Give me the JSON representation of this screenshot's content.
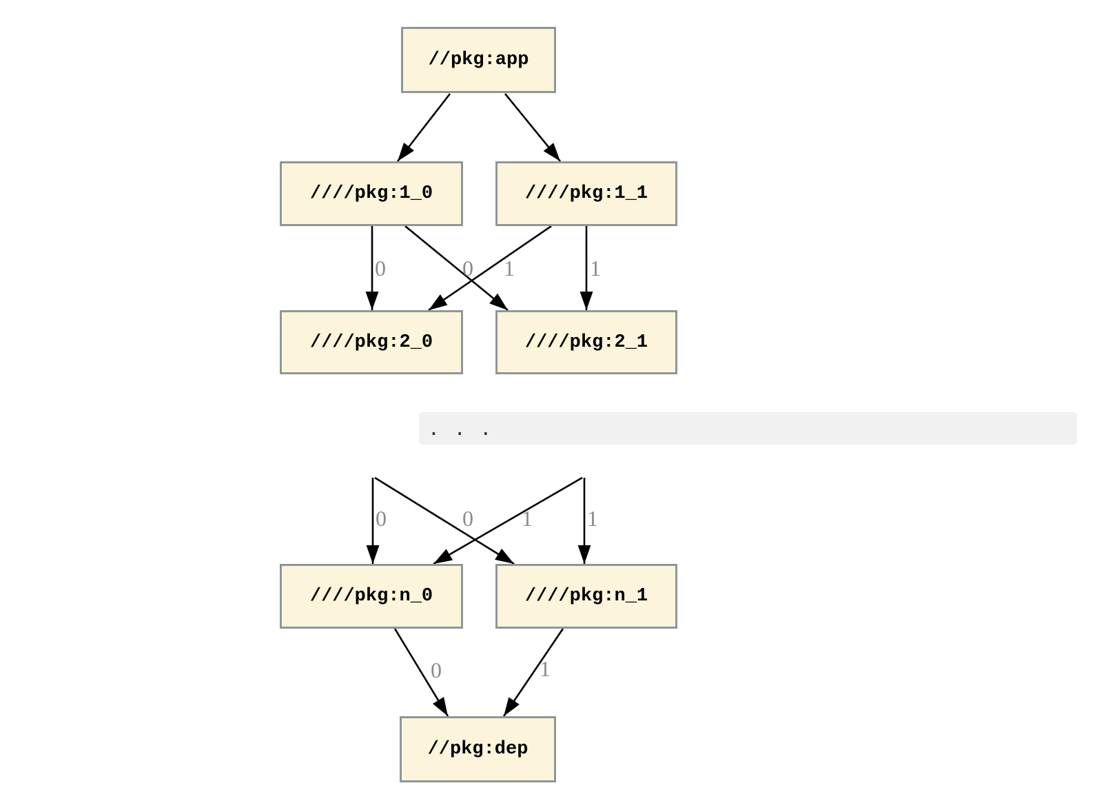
{
  "diagram": {
    "type": "dependency-graph",
    "nodes": [
      {
        "id": "app",
        "label": "//pkg:app"
      },
      {
        "id": "1_0",
        "label": "////pkg:1_0"
      },
      {
        "id": "1_1",
        "label": "////pkg:1_1"
      },
      {
        "id": "2_0",
        "label": "////pkg:2_0"
      },
      {
        "id": "2_1",
        "label": "////pkg:2_1"
      },
      {
        "id": "n_0",
        "label": "////pkg:n_0"
      },
      {
        "id": "n_1",
        "label": "////pkg:n_1"
      },
      {
        "id": "dep",
        "label": "//pkg:dep"
      }
    ],
    "edges": [
      {
        "from": "app",
        "to": "1_0",
        "label": ""
      },
      {
        "from": "app",
        "to": "1_1",
        "label": ""
      },
      {
        "from": "1_0",
        "to": "2_0",
        "label": "0"
      },
      {
        "from": "1_0",
        "to": "2_1",
        "label": "1"
      },
      {
        "from": "1_1",
        "to": "2_0",
        "label": "0"
      },
      {
        "from": "1_1",
        "to": "2_1",
        "label": "1"
      },
      {
        "from": "elided",
        "to": "n_0",
        "label": "0"
      },
      {
        "from": "elided",
        "to": "n_1",
        "label": "1"
      },
      {
        "from": "elided",
        "to": "n_0",
        "label": "0"
      },
      {
        "from": "elided",
        "to": "n_1",
        "label": "1"
      },
      {
        "from": "n_0",
        "to": "dep",
        "label": "0"
      },
      {
        "from": "n_1",
        "to": "dep",
        "label": "1"
      }
    ],
    "ellipsis": ". . .",
    "colors": {
      "background": "#ffffff",
      "node_fill": "#fcf5db",
      "node_border": "#8d969a",
      "node_text": "#000000",
      "edge": "#000000",
      "edge_label": "#8a8a8a",
      "band": "#f1f1f1",
      "ellipsis_text": "#333333"
    }
  }
}
